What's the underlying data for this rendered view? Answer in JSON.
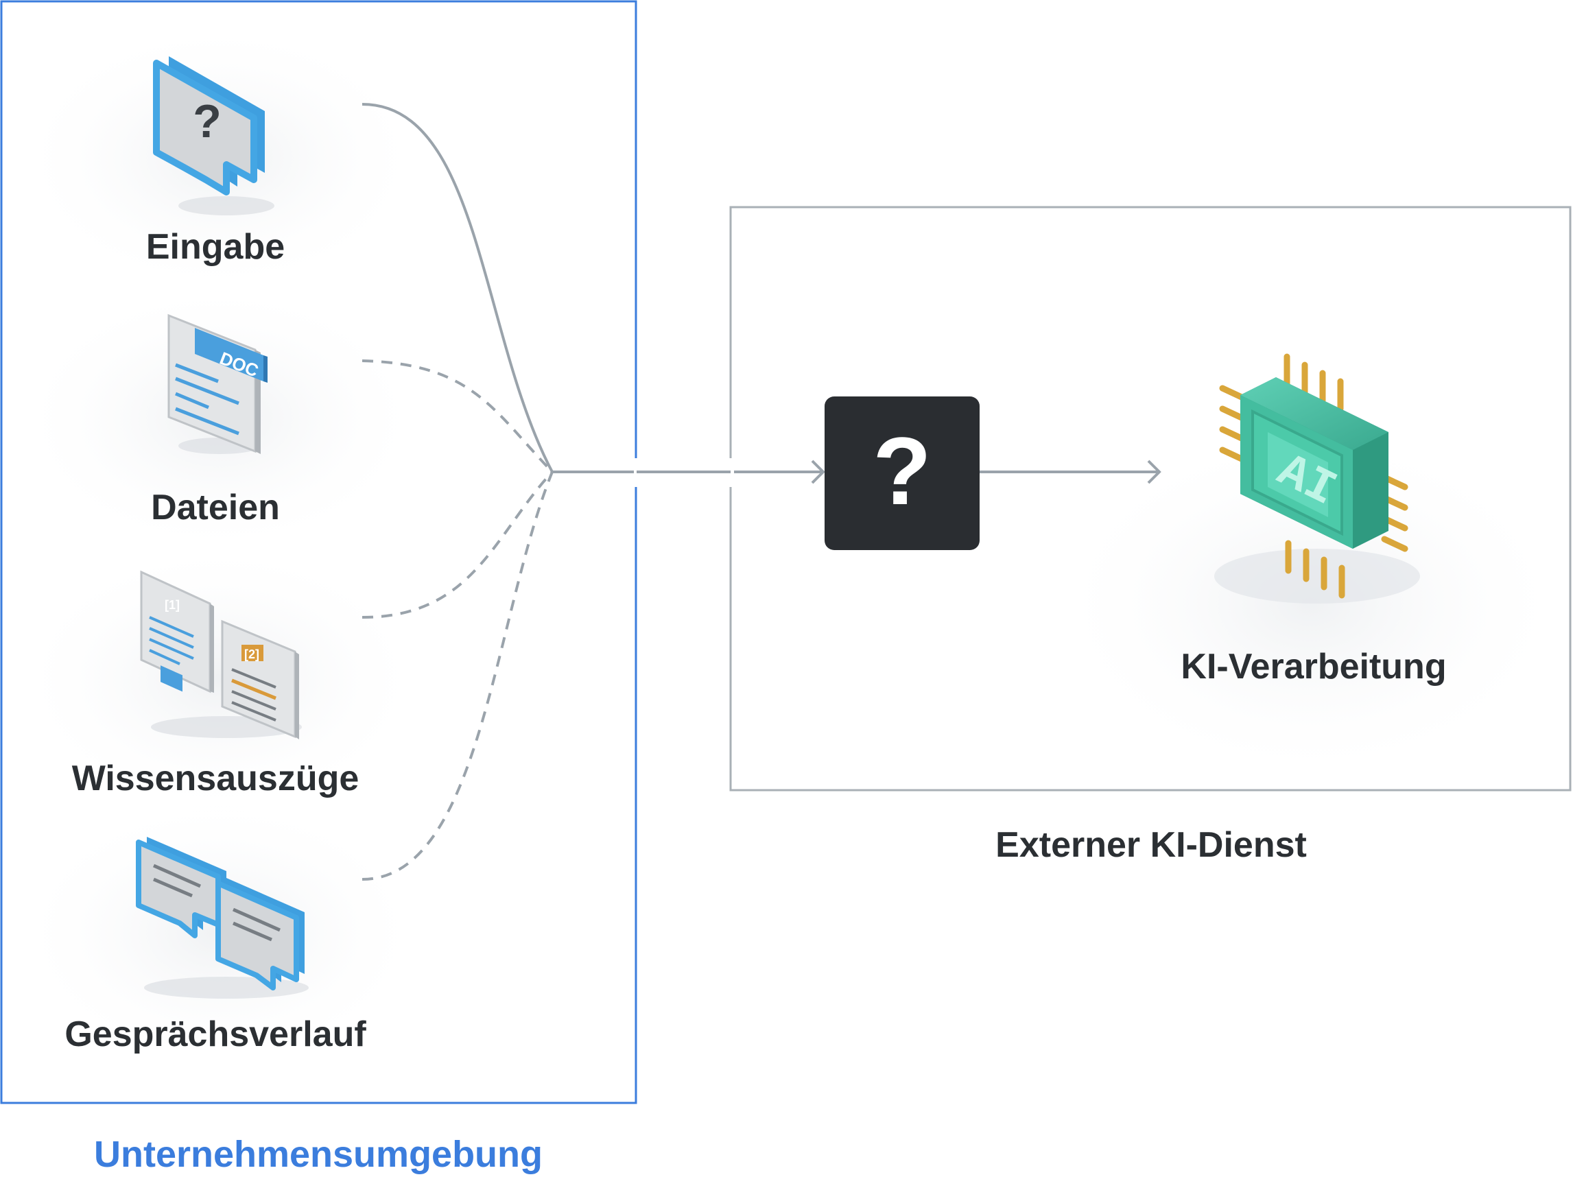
{
  "enterprise": {
    "title": "Unternehmensumgebung",
    "border_color": "#3b7ddd",
    "items": [
      {
        "id": "eingabe",
        "label": "Eingabe",
        "icon": "question-bubble-icon",
        "connector": "solid"
      },
      {
        "id": "dateien",
        "label": "Dateien",
        "icon": "doc-file-icon",
        "connector": "dashed",
        "icon_text": "DOC"
      },
      {
        "id": "wissensauszuege",
        "label": "Wissensauszüge",
        "icon": "knowledge-docs-icon",
        "connector": "dashed",
        "icon_text": [
          "[1]",
          "[2]"
        ]
      },
      {
        "id": "gespraechsverlauf",
        "label": "Gesprächsverlauf",
        "icon": "chat-history-icon",
        "connector": "dashed"
      }
    ]
  },
  "external": {
    "title": "Externer KI-Dienst",
    "border_color": "#a9b0b6",
    "unknown_box": {
      "symbol": "?",
      "color": "#2a2d31"
    },
    "processor": {
      "label": "KI-Verarbeitung",
      "icon": "ai-chip-icon",
      "icon_text": "AI",
      "chip_color": "#3fb89c",
      "pin_color": "#d9a63a"
    }
  },
  "colors": {
    "connector": "#9aa3ab",
    "icon_blue": "#44a6e4",
    "icon_gray": "#d3d6d9",
    "text": "#2b2f33"
  }
}
